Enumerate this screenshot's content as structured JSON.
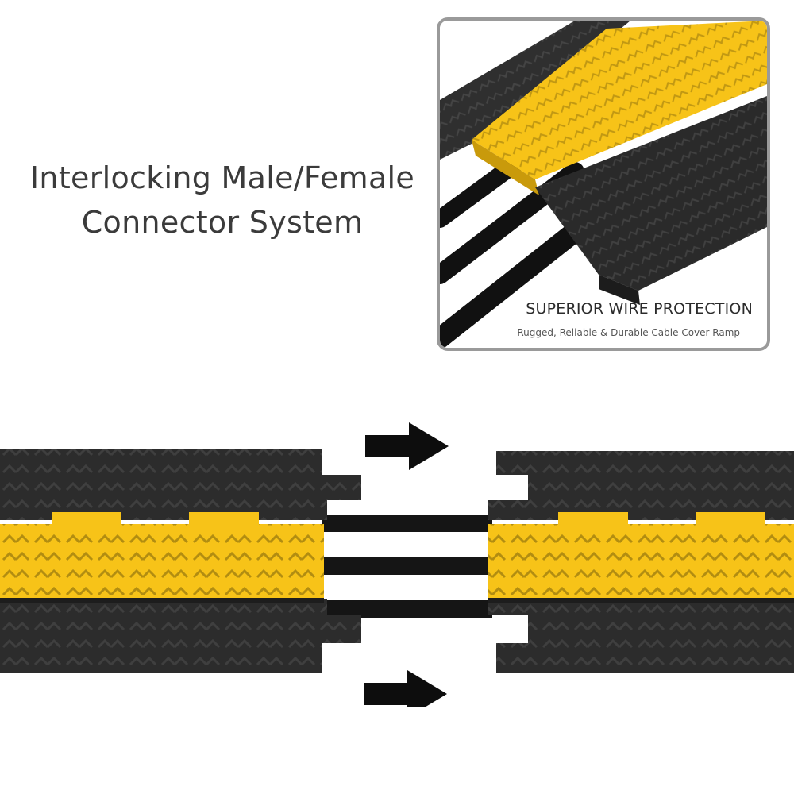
{
  "headline": {
    "line1": "Interlocking Male/Female",
    "line2": "Connector System"
  },
  "inset": {
    "title": "SUPERIOR WIRE PROTECTION",
    "subtitle": "Rugged, Reliable & Durable Cable Cover Ramp"
  },
  "colors": {
    "ramp_black": "#2a2a2a",
    "cover_yellow": "#f7c318",
    "cable_black": "#151515",
    "frame_gray": "#9a9a9a"
  },
  "icons": [
    "arrow-right-icon",
    "arrow-right-icon"
  ]
}
